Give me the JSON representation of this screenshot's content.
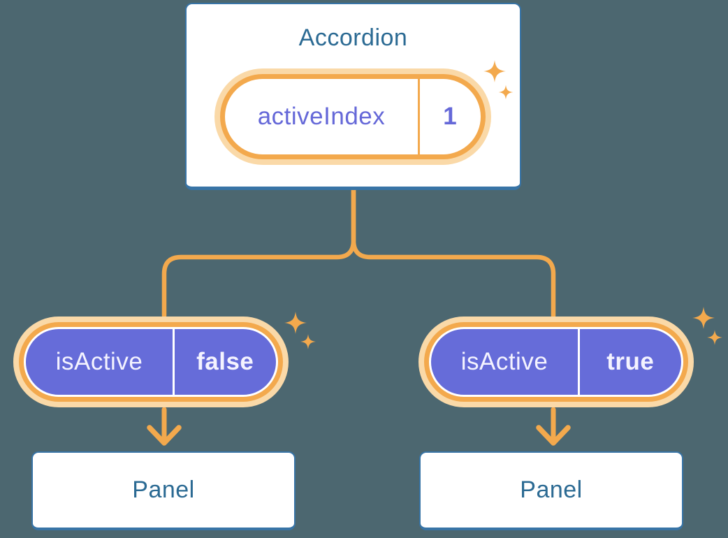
{
  "diagram": {
    "root": {
      "title": "Accordion",
      "state": {
        "name": "activeIndex",
        "value": "1"
      }
    },
    "branches": [
      {
        "prop": {
          "name": "isActive",
          "value": "false"
        },
        "child": {
          "title": "Panel"
        }
      },
      {
        "prop": {
          "name": "isActive",
          "value": "true"
        },
        "child": {
          "title": "Panel"
        }
      }
    ]
  },
  "colors": {
    "background": "#4C6770",
    "orange": "#F3A94D",
    "orange_glow": "#FAD9A8",
    "purple": "#666CD9",
    "box_border_blue": "#3874A6",
    "text_blue": "#2B6A93",
    "label_purple": "#6568D8"
  }
}
